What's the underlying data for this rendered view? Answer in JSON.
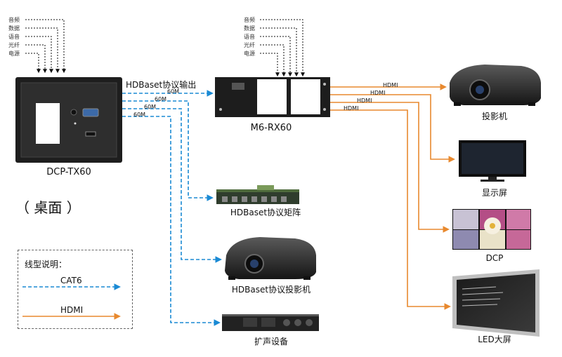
{
  "colors": {
    "cat6": "#1a8ad4",
    "hdmi": "#e8892e",
    "device_dark": "#2a2a2a"
  },
  "tx_signals": [
    "音频",
    "数据",
    "语音",
    "光纤",
    "电源"
  ],
  "rx_signals": [
    "音频",
    "数据",
    "语音",
    "光纤",
    "电源"
  ],
  "devices": {
    "tx": "DCP-TX60",
    "rx": "M6-RX60",
    "matrix": "HDBaset协议矩阵",
    "hdb_projector": "HDBaset协议投影机",
    "amplifier": "扩声设备",
    "projector": "投影机",
    "monitor": "显示屏",
    "dcp": "DCP",
    "led": "LED大屏"
  },
  "desktop_label": "（ 桌面 ）",
  "hdbaset_output_label": "HDBaset协议输出",
  "cable_labels": [
    "60M",
    "60M",
    "60M",
    "60M"
  ],
  "hdmi_labels": [
    "HDMI",
    "HDMI",
    "HDMI",
    "HDMI"
  ],
  "legend": {
    "title": "线型说明：",
    "cat6": "CAT6",
    "hdmi": "HDMI"
  },
  "icons": [
    "arrow-icon",
    "hdmi-port-icon",
    "vga-port-icon"
  ]
}
